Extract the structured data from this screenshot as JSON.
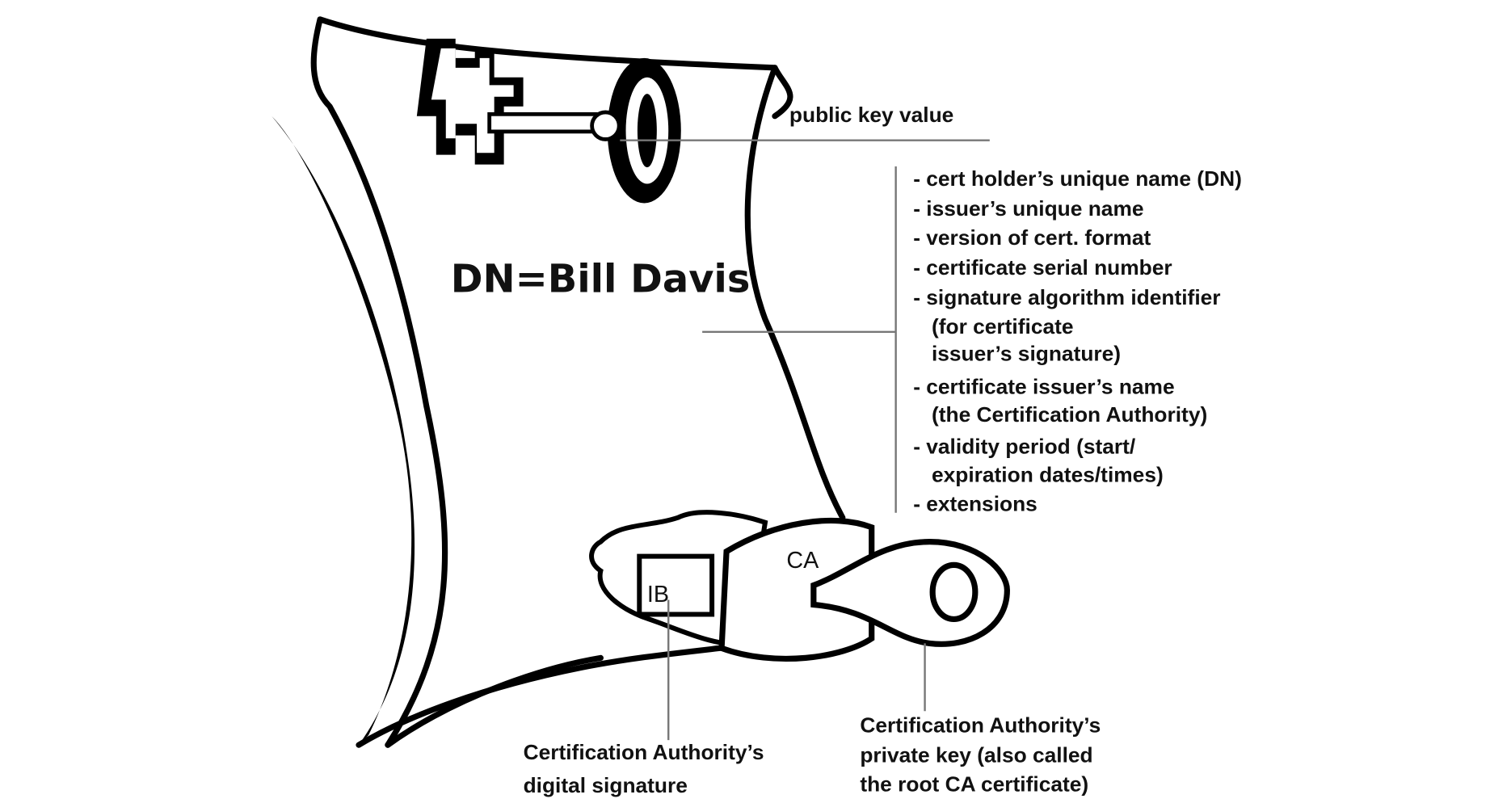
{
  "title_on_certificate": "DN=Bill Davis",
  "seal_text": "CA",
  "public_key_label": "public key value",
  "fields": [
    "- cert holder’s unique name (DN)",
    "- issuer’s unique name",
    "- version of cert. format",
    "- certificate serial number",
    "- signature algorithm identifier",
    "(for certificate",
    "issuer’s signature)",
    "- certificate issuer’s name",
    "(the Certification Authority)",
    "- validity period (start/",
    "expiration dates/times)",
    "- extensions"
  ],
  "signature_label": [
    "Certification Authority’s",
    "digital signature"
  ],
  "private_key_label": [
    "Certification Authority’s",
    "private key (also called",
    "the root CA certificate)"
  ]
}
